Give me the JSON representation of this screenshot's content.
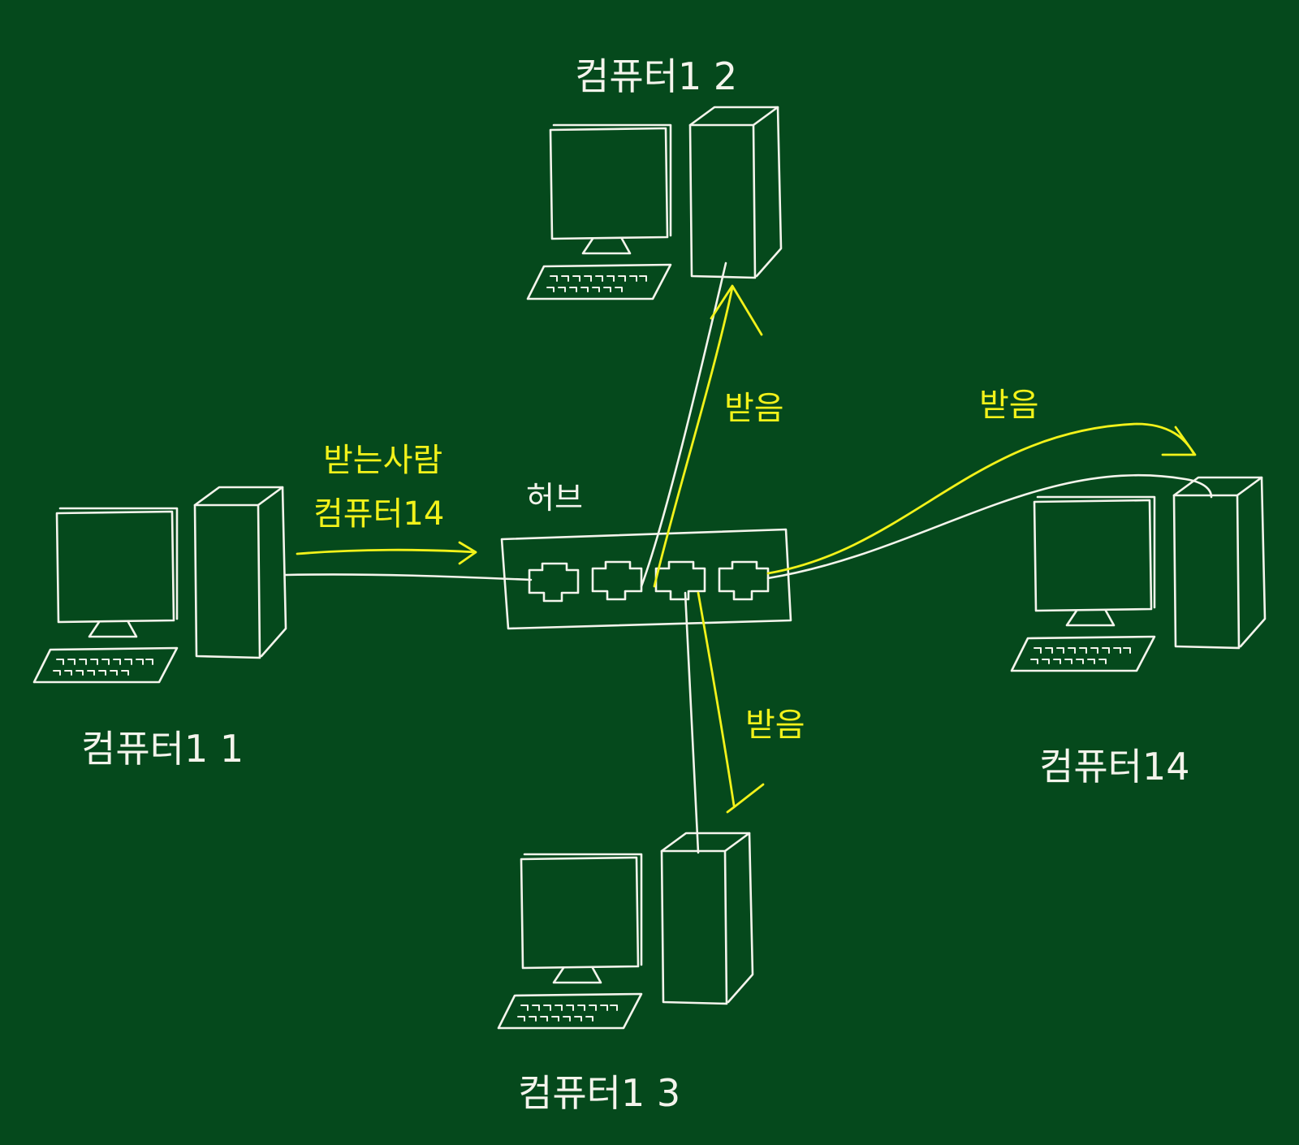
{
  "computers": [
    {
      "id": "pc1",
      "label": "컴퓨터1 1"
    },
    {
      "id": "pc2",
      "label": "컴퓨터1 2"
    },
    {
      "id": "pc3",
      "label": "컴퓨터1 3"
    },
    {
      "id": "pc4",
      "label": "컴퓨터14"
    }
  ],
  "hub": {
    "label": "허브",
    "port_count": 4
  },
  "message": {
    "line1": "받는사람",
    "line2": "컴퓨터14"
  },
  "received": [
    "받음",
    "받음",
    "받음"
  ],
  "colors": {
    "board": "#05491c",
    "chalk": "#f4f4ec",
    "highlight": "#f2f21a"
  }
}
